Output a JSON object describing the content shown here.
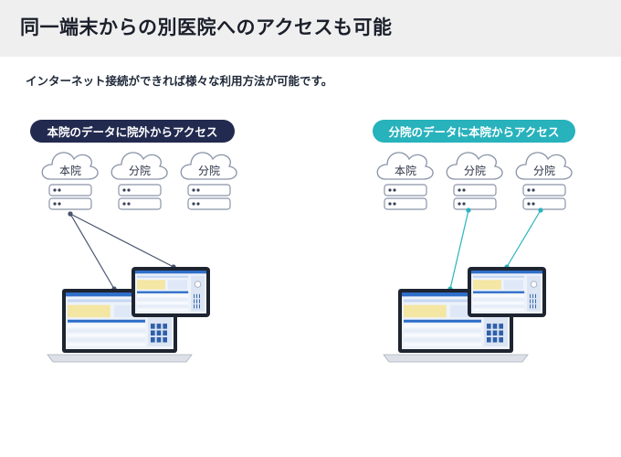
{
  "header": {
    "title": "同一端末からの別医院へのアクセスも可能",
    "subtitle": "インターネット接続ができれば様々な利用方法が可能です。"
  },
  "left": {
    "badge": "本院のデータに院外からアクセス",
    "badge_color": "#222a4f",
    "line_color": "#4a5470",
    "clouds": [
      {
        "label": "本院"
      },
      {
        "label": "分院"
      },
      {
        "label": "分院"
      }
    ]
  },
  "right": {
    "badge": "分院のデータに本院からアクセス",
    "badge_color": "#27b2bc",
    "line_color": "#2ab4bd",
    "clouds": [
      {
        "label": "本院"
      },
      {
        "label": "分院"
      },
      {
        "label": "分院"
      }
    ]
  },
  "colors": {
    "server_outline": "#8a94a8",
    "cloud_outline": "#8a94a8",
    "app_blue": "#2f6fc9",
    "app_yellow": "#f4e6a3"
  }
}
